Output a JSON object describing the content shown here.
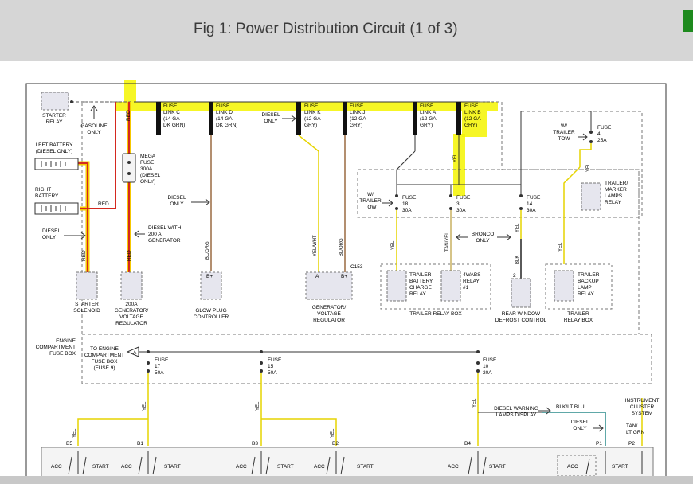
{
  "header": {
    "title": "Fig 1: Power Distribution Circuit (1 of 3)"
  },
  "colors": {
    "highlight": "#f5f500",
    "wire_red": "#d4281f",
    "wire_yel": "#e6d400",
    "wire_brown": "#9a6a40",
    "wire_teal": "#2c8c8c",
    "tab_green": "#1e8a1e"
  },
  "labels": {
    "starter_relay": [
      "STARTER",
      "RELAY"
    ],
    "gasoline_only": [
      "GASOLINE",
      "ONLY"
    ],
    "left_battery": [
      "LEFT BATTERY",
      "(DIESEL ONLY)"
    ],
    "right_battery": [
      "RIGHT",
      "BATTERY"
    ],
    "diesel_only_left": [
      "DIESEL",
      "ONLY"
    ],
    "mega_fuse": [
      "MEGA",
      "FUSE",
      "300A",
      "(DIESEL",
      "ONLY)"
    ],
    "diesel_only_mid": [
      "DIESEL",
      "ONLY"
    ],
    "diesel_with_gen": [
      "DIESEL WITH",
      "200 A",
      "GENERATOR"
    ],
    "fuse_link_c": [
      "FUSE",
      "LINK C",
      "(14 GA-",
      "DK GRN)"
    ],
    "fuse_link_d": [
      "FUSE",
      "LINK D",
      "(14 GA-",
      "DK GRN)"
    ],
    "diesel_only_top": [
      "DIESEL",
      "ONLY"
    ],
    "fuse_link_k": [
      "FUSE",
      "LINK K",
      "(12 GA-",
      "GRY)"
    ],
    "fuse_link_j": [
      "FUSE",
      "LINK J",
      "(12 GA-",
      "GRY)"
    ],
    "fuse_link_a": [
      "FUSE",
      "LINK A",
      "(12 GA-",
      "GRY)"
    ],
    "fuse_link_b": [
      "FUSE",
      "LINK B",
      "(12 GA-",
      "GRY)"
    ],
    "w_trailer_tow_top": [
      "W/",
      "TRAILER",
      "TOW"
    ],
    "fuse_4": [
      "FUSE",
      "4",
      "25A"
    ],
    "trailer_marker_relay": [
      "TRAILER/",
      "MARKER",
      "LAMPS",
      "RELAY"
    ],
    "w_trailer_tow_mid": [
      "W/",
      "TRAILER",
      "TOW"
    ],
    "fuse_18": [
      "FUSE",
      "18",
      "30A"
    ],
    "fuse_3": [
      "FUSE",
      "3",
      "30A"
    ],
    "fuse_14": [
      "FUSE",
      "14",
      "30A"
    ],
    "bronco_only": [
      "BRONCO",
      "ONLY"
    ],
    "wire_red": "RED",
    "wire_yel": "YEL",
    "wire_blk": "BLK",
    "wire_bl_org": "BL/ORG",
    "wire_yel_wht": "YEL/WHT",
    "wire_tan_yel": "TAN/YEL",
    "trailer_battery_charge_relay": [
      "TRAILER",
      "BATTERY",
      "CHARGE",
      "RELAY"
    ],
    "fourwabs_relay": [
      "4WABS",
      "RELAY",
      "#1"
    ],
    "trailer_backup_lamp_relay": [
      "TRAILER",
      "BACKUP",
      "LAMP",
      "RELAY"
    ],
    "trailer_relay_box_1": "TRAILER RELAY BOX",
    "trailer_relay_box_2": [
      "TRAILER",
      "RELAY BOX"
    ],
    "rear_window_defrost": [
      "REAR WINDOW",
      "DEFROST CONTROL"
    ],
    "c153": "C153",
    "pin_a": "A",
    "pin_bplus": "B+",
    "pin_2": "2",
    "starter_solenoid": [
      "STARTER",
      "SOLENOID"
    ],
    "gen_200a": [
      "200A",
      "GENERATOR/",
      "VOLTAGE",
      "REGULATOR"
    ],
    "glow_plug": [
      "GLOW PLUG",
      "CONTROLLER"
    ],
    "gen_voltage_reg": [
      "GENERATOR/",
      "VOLTAGE",
      "REGULATOR"
    ],
    "engine_fuse_box": [
      "ENGINE",
      "COMPARTMENT",
      "FUSE BOX"
    ],
    "to_engine_fuse_box": [
      "TO ENGINE",
      "COMPARTMENT",
      "FUSE BOX",
      "(FUSE 9)"
    ],
    "marker_a": "A",
    "fuse_17": [
      "FUSE",
      "17",
      "50A"
    ],
    "fuse_15": [
      "FUSE",
      "15",
      "50A"
    ],
    "fuse_10": [
      "FUSE",
      "10",
      "20A"
    ],
    "diesel_warning": [
      "DIESEL WARNING",
      "LAMPS DISPLAY"
    ],
    "blk_lt_blu": "BLK/LT BLU",
    "diesel_only_bottom": [
      "DIESEL",
      "ONLY"
    ],
    "instrument_cluster": [
      "INSTRUMENT",
      "CLUSTER",
      "SYSTEM"
    ],
    "tan_lt_grn": [
      "TAN/",
      "LT GRN"
    ],
    "conn_b5": "B5",
    "conn_b1": "B1",
    "conn_b3": "B3",
    "conn_b2": "B2",
    "conn_b4": "B4",
    "conn_p1": "P1",
    "conn_p2": "P2",
    "acc": "ACC",
    "start": "START"
  }
}
